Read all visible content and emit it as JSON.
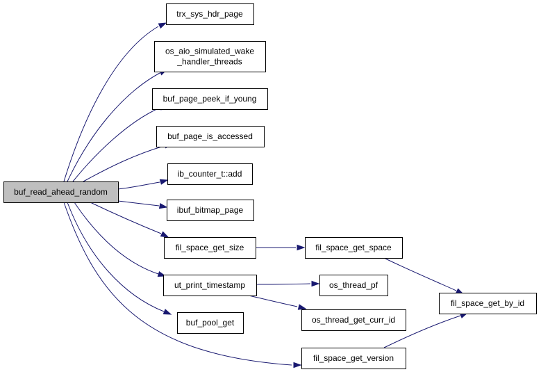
{
  "diagram": {
    "colors": {
      "edge": "#191970",
      "node_fill": "#ffffff",
      "root_fill": "#bfbfbf",
      "border": "#000000"
    },
    "nodes": {
      "buf_read_ahead_random": {
        "lines": [
          "buf_read_ahead_random"
        ],
        "root": true
      },
      "trx_sys_hdr_page": {
        "lines": [
          "trx_sys_hdr_page"
        ]
      },
      "os_aio_simulated_wake_handler_threads": {
        "lines": [
          "os_aio_simulated_wake",
          "_handler_threads"
        ]
      },
      "buf_page_peek_if_young": {
        "lines": [
          "buf_page_peek_if_young"
        ]
      },
      "buf_page_is_accessed": {
        "lines": [
          "buf_page_is_accessed"
        ]
      },
      "ib_counter_t_add": {
        "lines": [
          "ib_counter_t::add"
        ]
      },
      "ibuf_bitmap_page": {
        "lines": [
          "ibuf_bitmap_page"
        ]
      },
      "fil_space_get_size": {
        "lines": [
          "fil_space_get_size"
        ]
      },
      "ut_print_timestamp": {
        "lines": [
          "ut_print_timestamp"
        ]
      },
      "buf_pool_get": {
        "lines": [
          "buf_pool_get"
        ]
      },
      "fil_space_get_version": {
        "lines": [
          "fil_space_get_version"
        ]
      },
      "fil_space_get_space": {
        "lines": [
          "fil_space_get_space"
        ]
      },
      "os_thread_pf": {
        "lines": [
          "os_thread_pf"
        ]
      },
      "os_thread_get_curr_id": {
        "lines": [
          "os_thread_get_curr_id"
        ]
      },
      "fil_space_get_by_id": {
        "lines": [
          "fil_space_get_by_id"
        ]
      }
    },
    "edges": [
      {
        "from": "buf_read_ahead_random",
        "to": "trx_sys_hdr_page"
      },
      {
        "from": "buf_read_ahead_random",
        "to": "os_aio_simulated_wake_handler_threads"
      },
      {
        "from": "buf_read_ahead_random",
        "to": "buf_page_peek_if_young"
      },
      {
        "from": "buf_read_ahead_random",
        "to": "buf_page_is_accessed"
      },
      {
        "from": "buf_read_ahead_random",
        "to": "ib_counter_t_add"
      },
      {
        "from": "buf_read_ahead_random",
        "to": "ibuf_bitmap_page"
      },
      {
        "from": "buf_read_ahead_random",
        "to": "fil_space_get_size"
      },
      {
        "from": "buf_read_ahead_random",
        "to": "ut_print_timestamp"
      },
      {
        "from": "buf_read_ahead_random",
        "to": "buf_pool_get"
      },
      {
        "from": "buf_read_ahead_random",
        "to": "fil_space_get_version"
      },
      {
        "from": "fil_space_get_size",
        "to": "fil_space_get_space"
      },
      {
        "from": "fil_space_get_space",
        "to": "fil_space_get_by_id"
      },
      {
        "from": "ut_print_timestamp",
        "to": "os_thread_pf"
      },
      {
        "from": "ut_print_timestamp",
        "to": "os_thread_get_curr_id"
      },
      {
        "from": "fil_space_get_version",
        "to": "fil_space_get_by_id"
      }
    ]
  }
}
